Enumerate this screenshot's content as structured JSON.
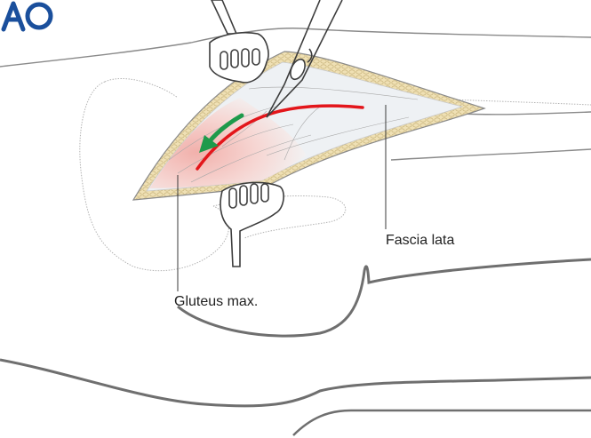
{
  "labels": {
    "fascia_lata": "Fascia lata",
    "gluteus_max": "Gluteus max."
  },
  "logo": {
    "text": "AO",
    "color": "#1a4f9c"
  },
  "colors": {
    "outline": "#8a8a8a",
    "fat_layer": "#e9d7a6",
    "fat_outline": "#b9a46a",
    "fascia": "#eef1f4",
    "muscle": "#f4c4bf",
    "incision_line": "#e3161b",
    "direction_arrow": "#1e9a4b",
    "instruments": "#4a4a4a"
  },
  "icons": {
    "retractor": "rake-retractor-icon",
    "scissors": "surgical-scissors-icon",
    "arrow": "direction-arrow-icon"
  }
}
